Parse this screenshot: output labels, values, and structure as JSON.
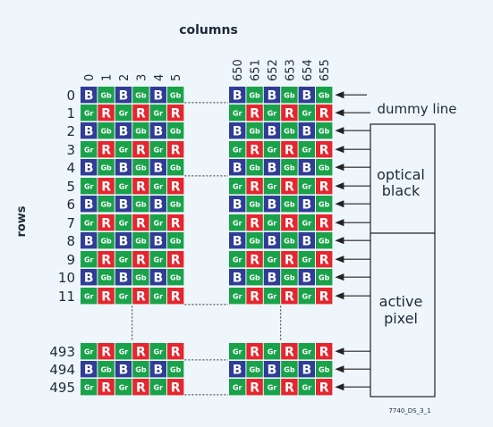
{
  "title": "columns",
  "row_axis_label": "rows",
  "column_labels_left": [
    "0",
    "1",
    "2",
    "3",
    "4",
    "5"
  ],
  "column_labels_right": [
    "650",
    "651",
    "652",
    "653",
    "654",
    "655"
  ],
  "row_labels": [
    "0",
    "1",
    "2",
    "3",
    "4",
    "5",
    "6",
    "7",
    "8",
    "9",
    "10",
    "11",
    "493",
    "494",
    "495"
  ],
  "pattern": {
    "even_row": [
      "B",
      "Gb",
      "B",
      "Gb",
      "B",
      "Gb"
    ],
    "odd_row": [
      "Gr",
      "R",
      "Gr",
      "R",
      "Gr",
      "R"
    ]
  },
  "cell_colors": {
    "B": "#2f3d96",
    "Gb": "#1aa24a",
    "Gr": "#1aa24a",
    "R": "#e5262e"
  },
  "regions": {
    "dummy_line": "dummy line",
    "optical_black": [
      "optical",
      "black"
    ],
    "active_pixel": [
      "active",
      "pixel"
    ]
  },
  "figure_id": "7740_DS_3_1"
}
